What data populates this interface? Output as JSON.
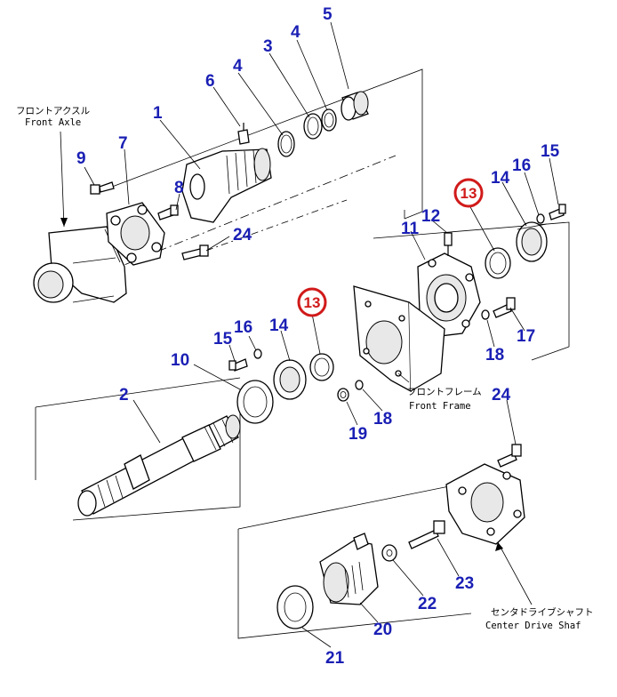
{
  "callouts": {
    "n1": "1",
    "n2": "2",
    "n3": "3",
    "n4a": "4",
    "n4b": "4",
    "n5": "5",
    "n6": "6",
    "n7": "7",
    "n8": "8",
    "n9": "9",
    "n10": "10",
    "n11": "11",
    "n12": "12",
    "n13a": "13",
    "n13b": "13",
    "n14a": "14",
    "n14b": "14",
    "n15a": "15",
    "n15b": "15",
    "n16a": "16",
    "n16b": "16",
    "n17": "17",
    "n18a": "18",
    "n18b": "18",
    "n19": "19",
    "n20": "20",
    "n21": "21",
    "n22": "22",
    "n23": "23",
    "n24a": "24",
    "n24b": "24"
  },
  "captions": {
    "front_axle_jp": "フロントアクスル",
    "front_axle_en": "Front Axle",
    "front_frame_jp": "フロントフレーム",
    "front_frame_en": "Front Frame",
    "center_drive_jp": "センタドライブシャフト",
    "center_drive_en": "Center Drive Shaf"
  },
  "highlight_color": "#d11a1a",
  "callout_color": "#1a1fb4"
}
